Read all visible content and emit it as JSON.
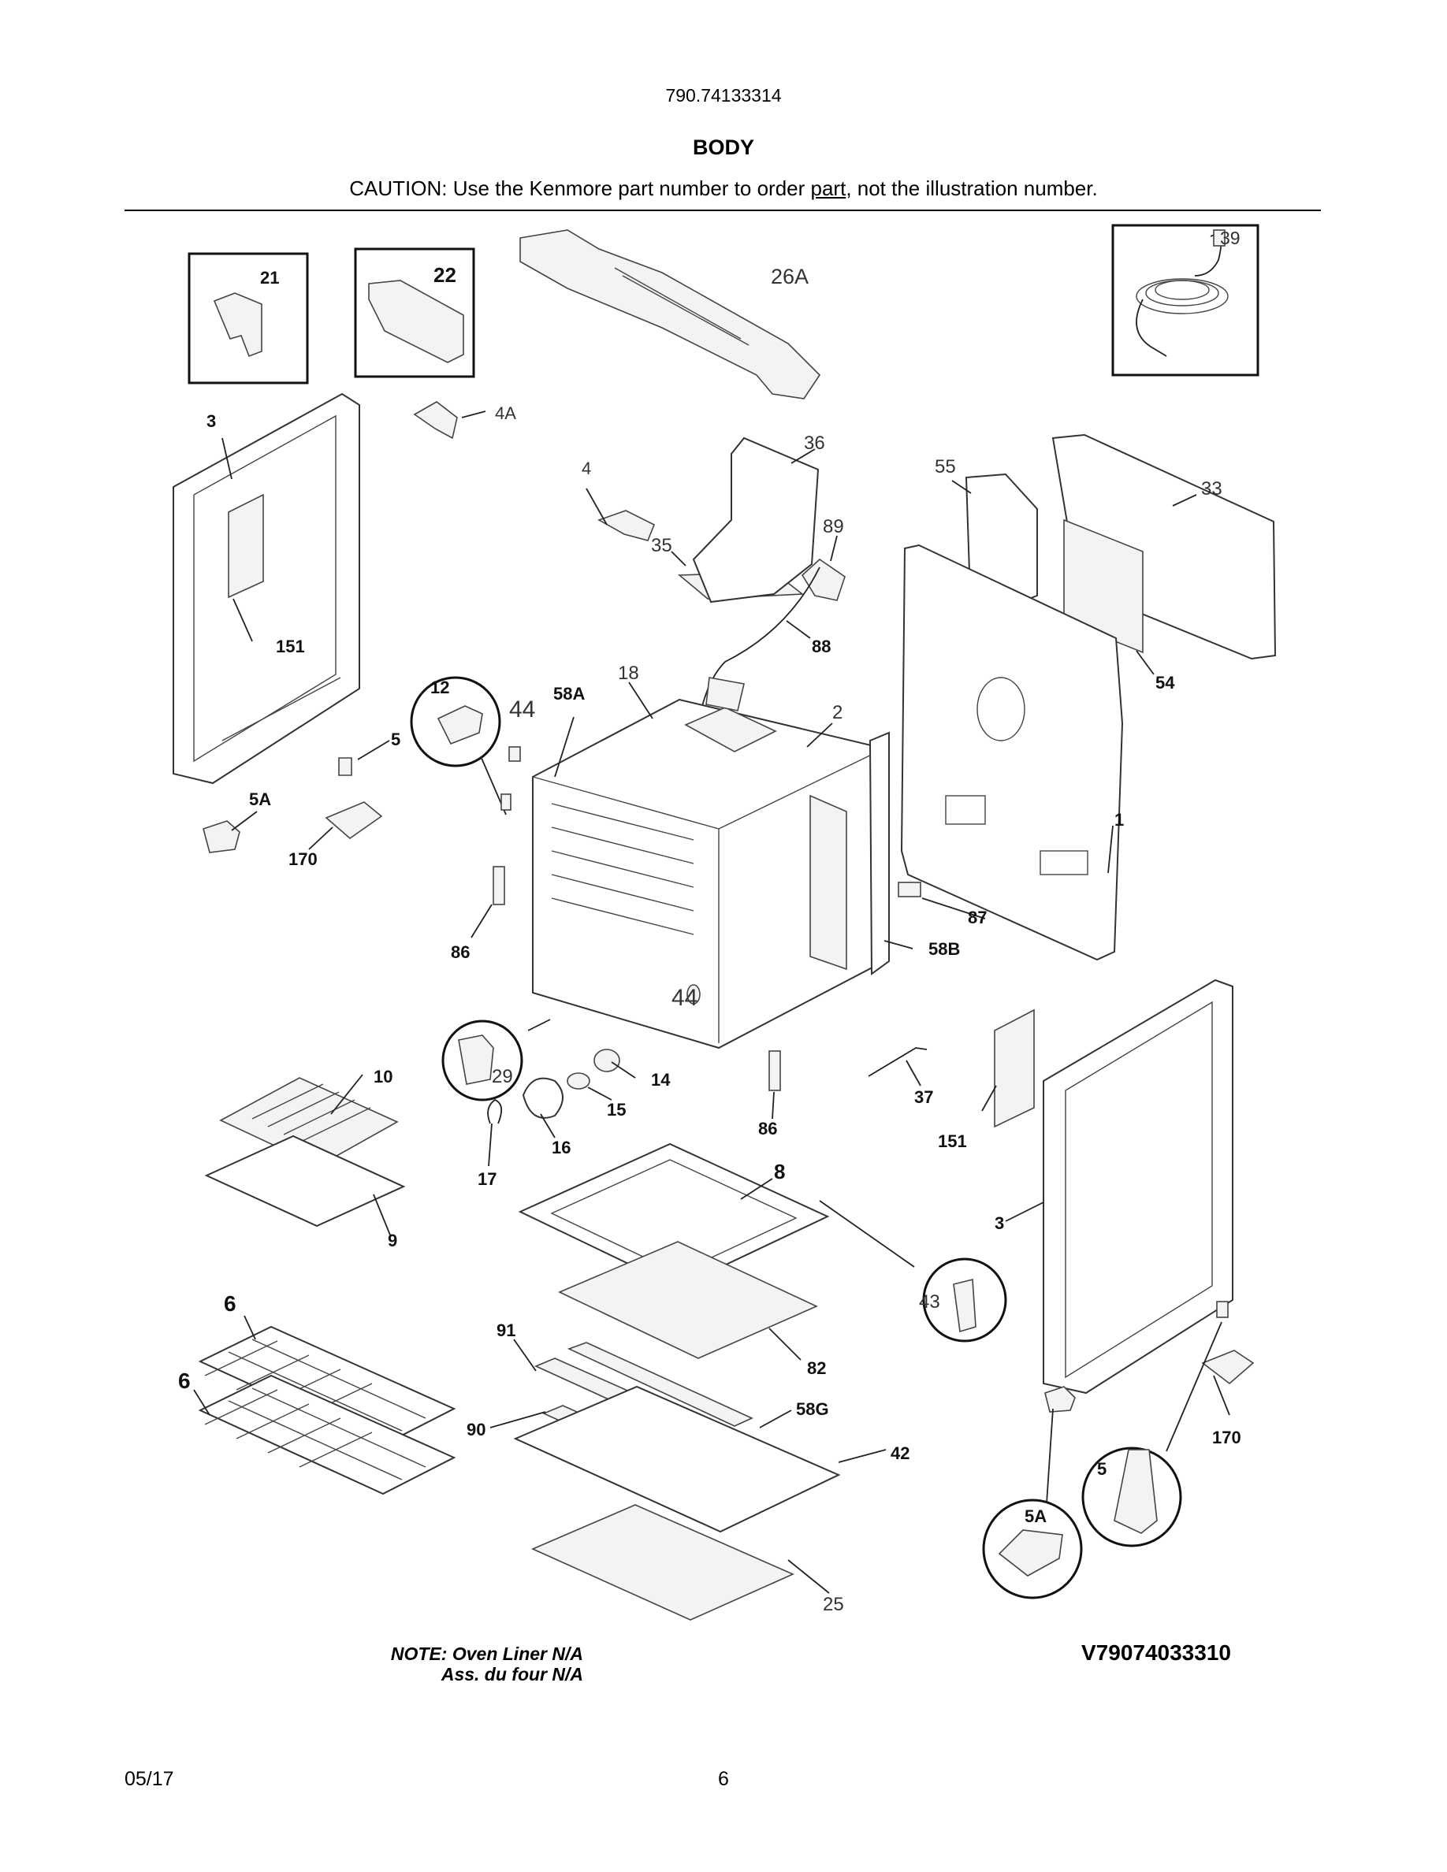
{
  "header": {
    "model": "790.74133314",
    "title": "BODY",
    "caution_prefix": "CAUTION: Use the Kenmore part number to order ",
    "caution_link": "part",
    "caution_suffix": ", not the illustration number."
  },
  "callouts": {
    "c21": "21",
    "c22": "22",
    "c26A": "26A",
    "c39": "39",
    "c3a": "3",
    "c4A": "4A",
    "c151a": "151",
    "c4": "4",
    "c36": "36",
    "c35": "35",
    "c89": "89",
    "c88": "88",
    "c55": "55",
    "c33": "33",
    "c54": "54",
    "c12": "12",
    "c44a": "44",
    "c58A": "58A",
    "c18": "18",
    "c2": "2",
    "c5a": "5",
    "c5Aa": "5A",
    "c170a": "170",
    "c1": "1",
    "c87": "87",
    "c58B": "58B",
    "c86a": "86",
    "c44b": "44",
    "c29": "29",
    "c10": "10",
    "c14": "14",
    "c15": "15",
    "c16": "16",
    "c17": "17",
    "c86b": "86",
    "c37": "37",
    "c151b": "151",
    "c9": "9",
    "c8": "8",
    "c43": "43",
    "c3b": "3",
    "c6a": "6",
    "c6b": "6",
    "c91": "91",
    "c82": "82",
    "c58G": "58G",
    "c90": "90",
    "c42": "42",
    "c170b": "170",
    "c5b": "5",
    "c5Ab": "5A",
    "c25": "25"
  },
  "notes": {
    "line1": "NOTE: Oven Liner N/A",
    "line2": "Ass. du four N/A"
  },
  "diagram_code": "V79074033310",
  "footer": {
    "date": "05/17",
    "page": "6"
  }
}
